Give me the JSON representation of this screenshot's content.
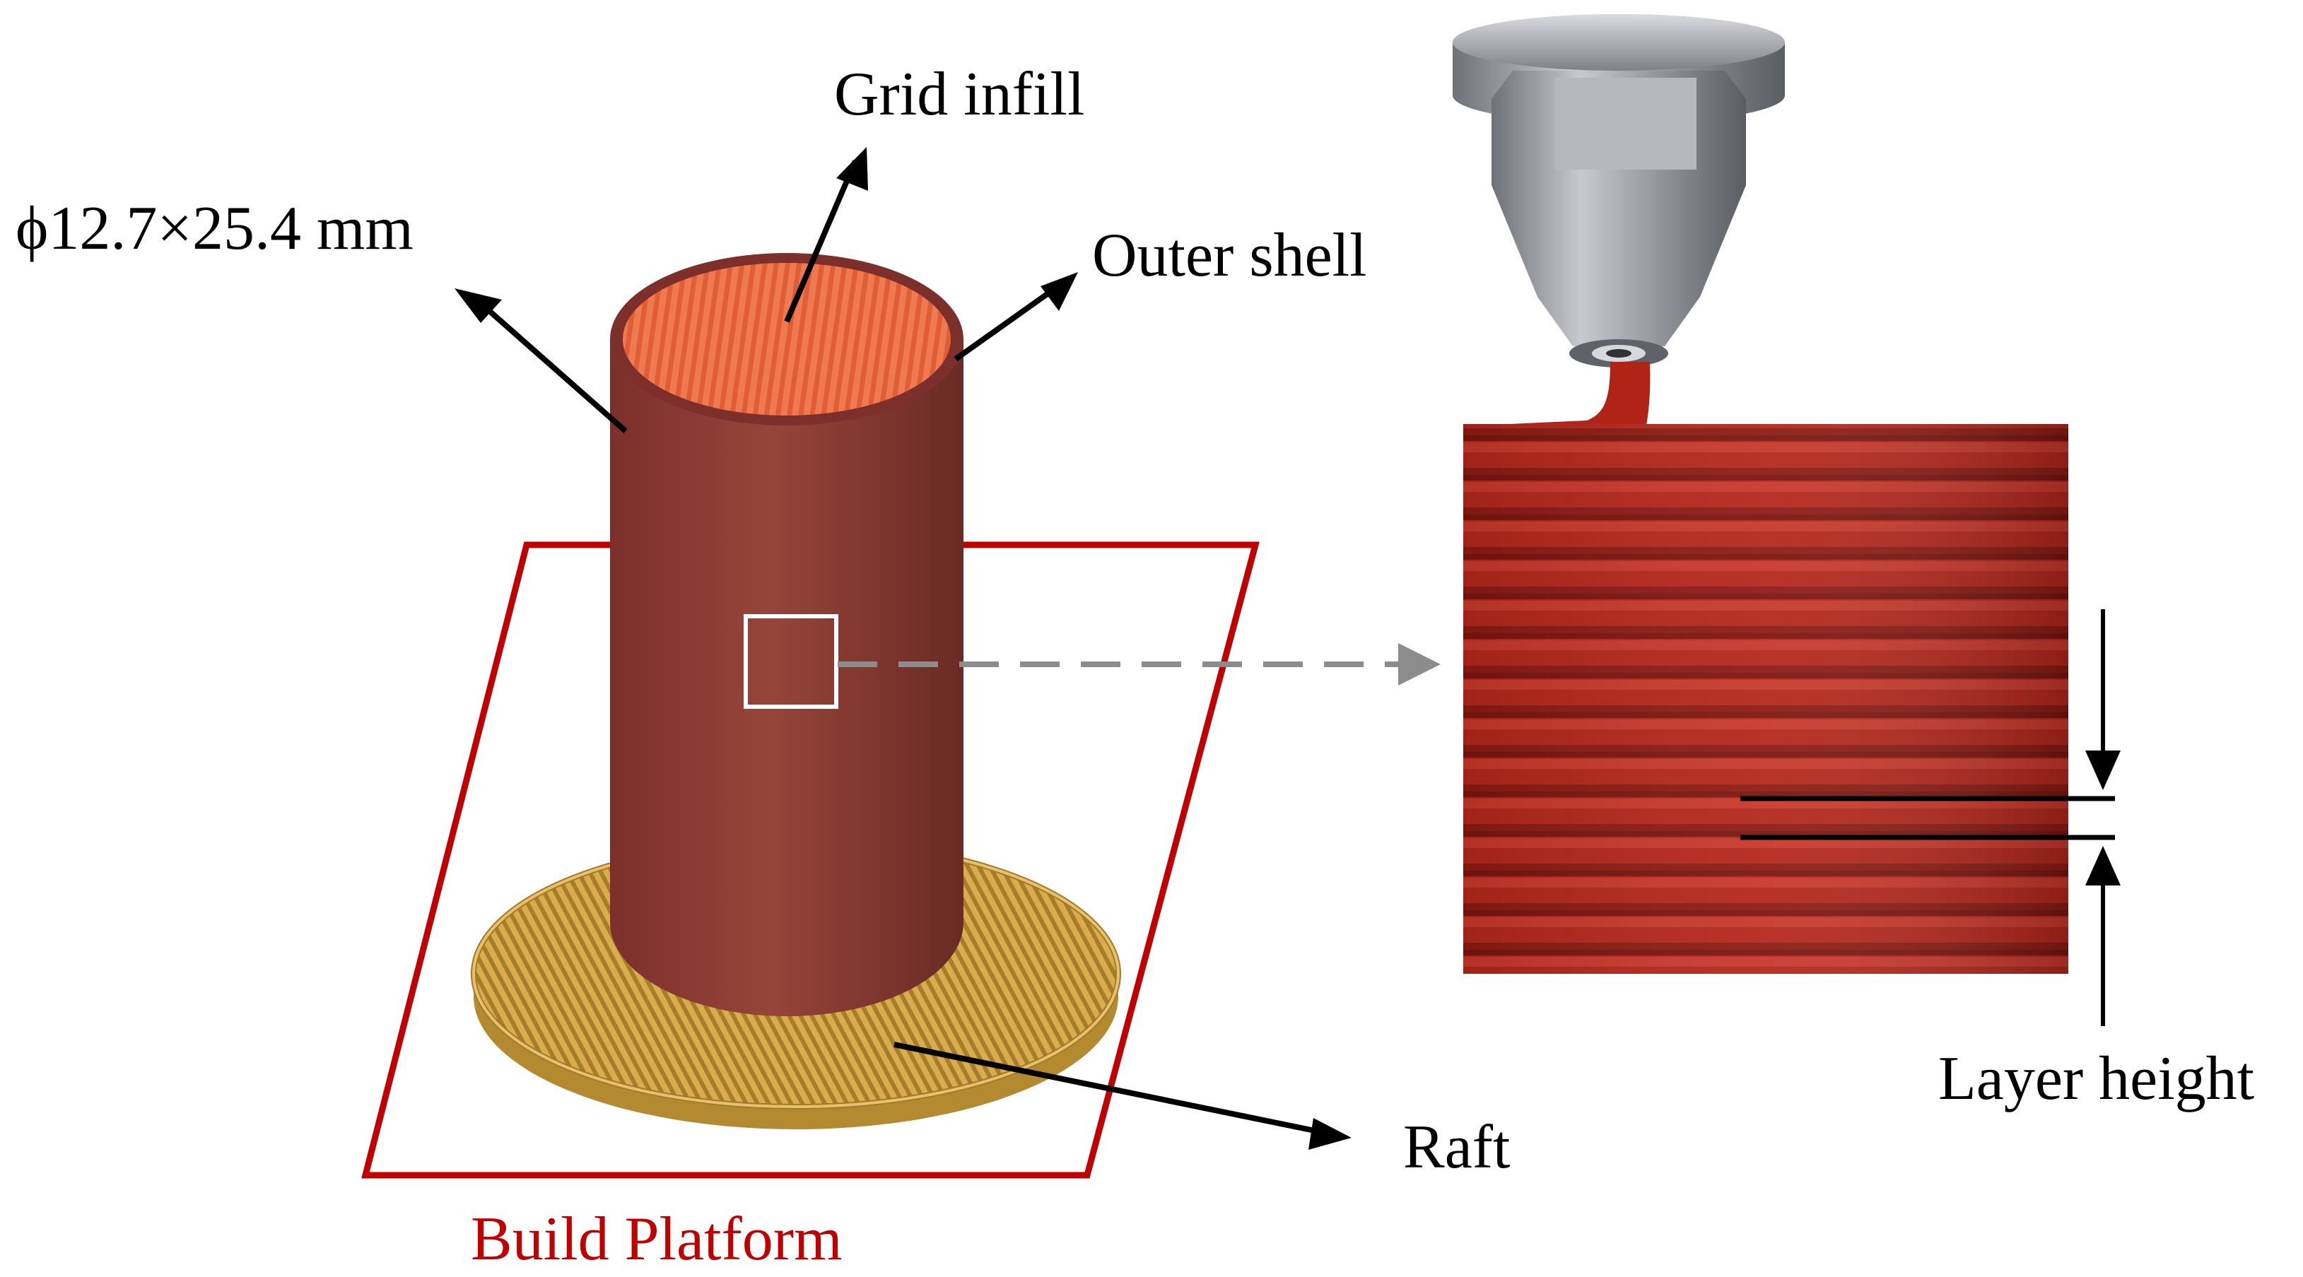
{
  "labels": {
    "grid_infill": "Grid infill",
    "dimensions": "ϕ12.7×25.4 mm",
    "outer_shell": "Outer shell",
    "raft": "Raft",
    "build_platform": "Build Platform",
    "layer_height": "Layer height"
  },
  "colors": {
    "shell": "#8a3a32",
    "infill": "#ee7048",
    "raft": "#d8a948",
    "platform_outline": "#c00000",
    "filament": "#b02418",
    "nozzle": "#8c8f96",
    "arrow": "#000000",
    "dashed_arrow": "#8c8c8c"
  },
  "icons": {
    "nozzle": "print-nozzle-icon"
  }
}
